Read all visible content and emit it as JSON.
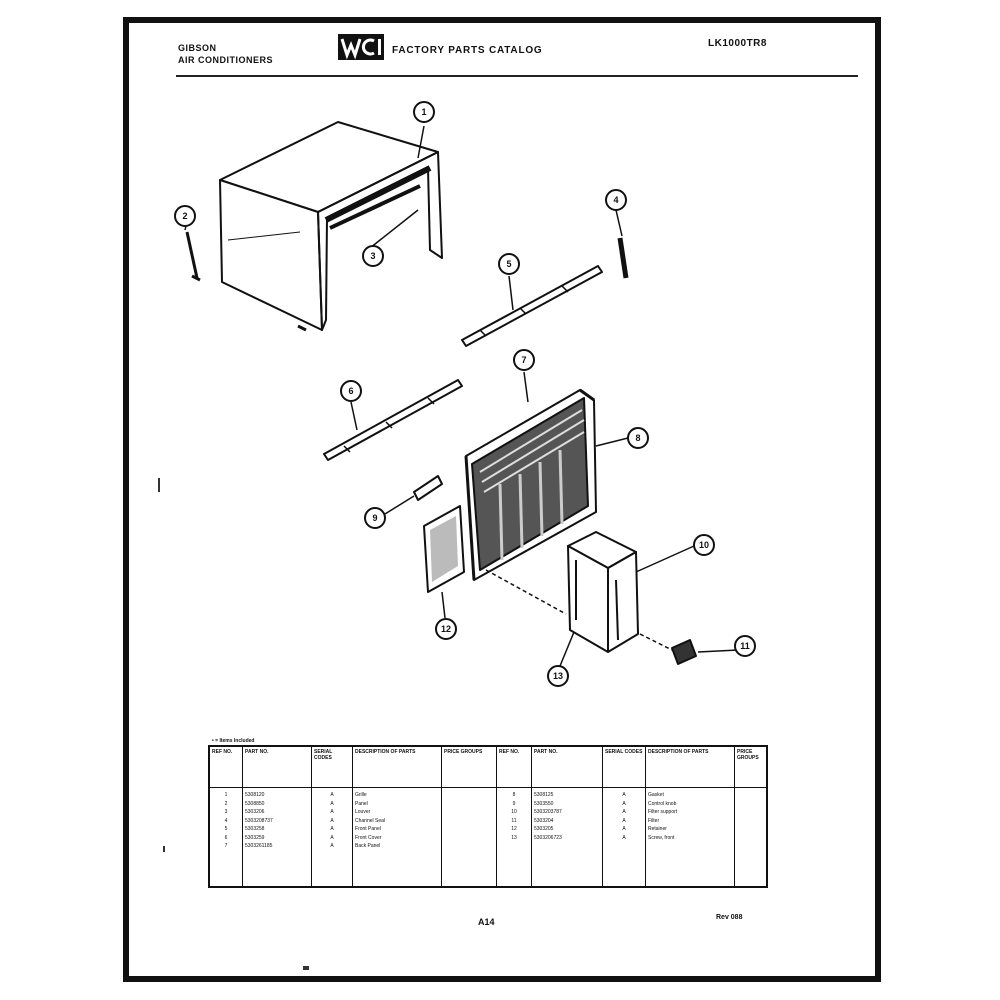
{
  "header": {
    "brand_line1": "GIBSON",
    "brand_line2": "AIR CONDITIONERS",
    "catalog_title": "FACTORY PARTS CATALOG",
    "model_number": "LK1000TR8"
  },
  "diagram": {
    "callouts": [
      "1",
      "2",
      "3",
      "4",
      "5",
      "6",
      "7",
      "8",
      "9",
      "10",
      "11",
      "12",
      "13"
    ]
  },
  "parts_table": {
    "note": "• = Items Included",
    "headers": [
      "REF NO.",
      "PART NO.",
      "SERIAL CODES",
      "DESCRIPTION OF PARTS",
      "PRICE GROUPS",
      "REF NO.",
      "PART NO.",
      "SERIAL CODES",
      "DESCRIPTION OF PARTS",
      "PRICE GROUPS"
    ],
    "left_ref": [
      "1",
      "2",
      "3",
      "4",
      "5",
      "6",
      "7"
    ],
    "left_part": [
      "5308120",
      "5308850",
      "5303206",
      "5303208737",
      "5303258",
      "5303259",
      "5303261185"
    ],
    "left_serial": [
      "A",
      "A",
      "A",
      "A",
      "A",
      "A",
      "A"
    ],
    "left_desc": [
      "Grille",
      "Panel",
      "Louver",
      "Channel Seal",
      "Front Panel",
      "Front Cover",
      "Back Panel"
    ],
    "right_ref": [
      "8",
      "9",
      "10",
      "11",
      "12",
      "13"
    ],
    "right_part": [
      "5308125",
      "5303550",
      "5303203787",
      "5303204",
      "5303205",
      "5303206723"
    ],
    "right_serial": [
      "A",
      "A",
      "A",
      "A",
      "A",
      "A"
    ],
    "right_desc": [
      "Gasket",
      "Control knob",
      "Filter support",
      "Filter",
      "Retainer",
      "Screw, front"
    ]
  },
  "footer": {
    "page": "A14",
    "revision": "Rev 088"
  }
}
